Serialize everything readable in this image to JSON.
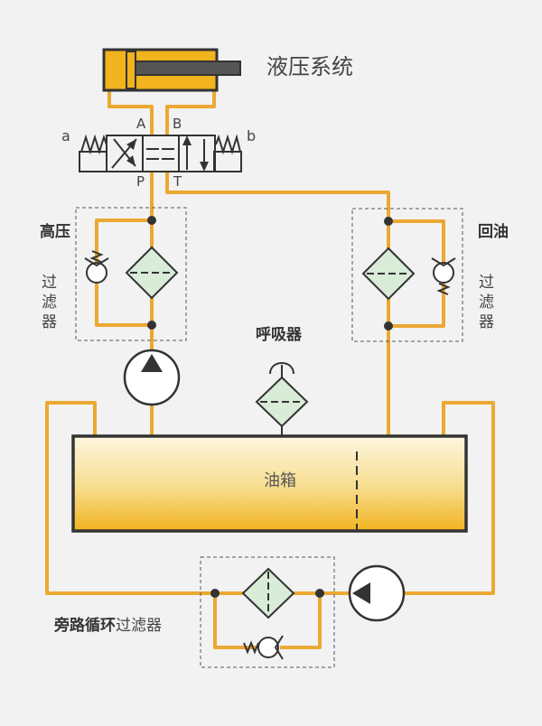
{
  "title": "液压系统",
  "valve": {
    "port_a": "A",
    "port_b": "B",
    "port_p": "P",
    "port_t": "T",
    "side_a": "a",
    "side_b": "b"
  },
  "high_pressure_filter": {
    "bold": "高压",
    "line1": "过",
    "line2": "滤",
    "line3": "器"
  },
  "return_filter": {
    "bold": "回油",
    "line1": "过",
    "line2": "滤",
    "line3": "器"
  },
  "breather": "呼吸器",
  "tank": "油箱",
  "bypass_filter": {
    "bold": "旁路循环",
    "rest": "过滤器"
  },
  "colors": {
    "oil_line": "#eba832",
    "filter_fill": "#d8ecd8",
    "outline": "#333333",
    "tank_top": "#fdf6e0",
    "tank_bottom": "#f1b31e"
  }
}
